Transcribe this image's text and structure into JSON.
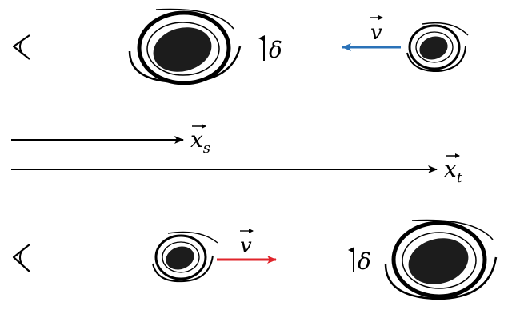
{
  "labels": {
    "delta_top": "δ",
    "delta_bottom": "δ",
    "v_top": "v",
    "v_bottom": "v",
    "x_s_base": "x",
    "x_s_sub": "s",
    "x_t_base": "x",
    "x_t_sub": "t"
  },
  "colors": {
    "ink": "#000000",
    "velocity_top": "#2a72b8",
    "velocity_bottom": "#e0242b",
    "galaxy_fill": "#1c1c1c"
  },
  "icons": {
    "observer": "eye-icon",
    "galaxy": "spiral-galaxy-icon",
    "vector_arrow": "vector-arrow-icon"
  }
}
